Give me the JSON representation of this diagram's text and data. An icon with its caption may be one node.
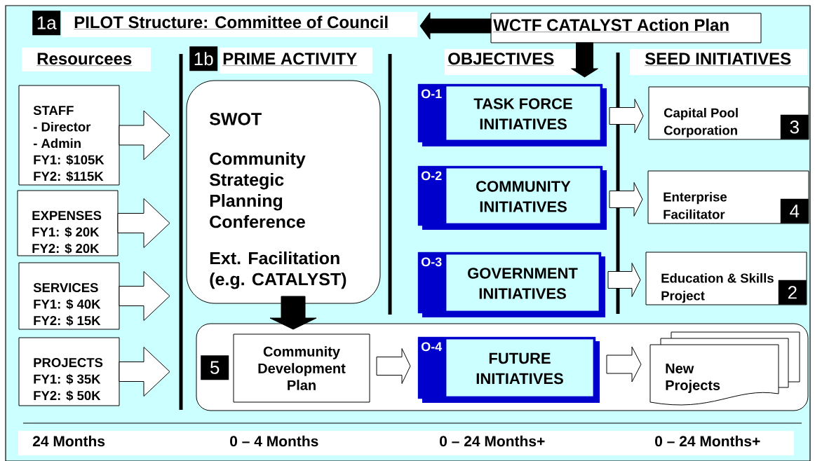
{
  "diagram": {
    "nodes": [
      {
        "text": [
          "1a",
          "PILOT Structure: Committee of Council"
        ]
      },
      {
        "text": [
          "WCTF CATALYST Action Plan"
        ]
      },
      {
        "text": [
          "STAFF",
          "- Director",
          "- Admin",
          "FY1: $105K",
          "FY2: $115K"
        ]
      },
      {
        "text": [
          "EXPENSES",
          "FY1: $ 20K",
          "FY2: $ 20K"
        ]
      },
      {
        "text": [
          "SERVICES",
          "FY1: $ 40K",
          "FY2: $ 15K"
        ]
      },
      {
        "text": [
          "PROJECTS",
          "FY1: $ 35K",
          "FY2: $ 50K"
        ]
      },
      {
        "text": [
          "SWOT",
          "Community Strategic Planning Conference",
          "Ext. Facilitation (e.g. CATALYST)"
        ]
      },
      {
        "text": [
          "O-1",
          "TASK FORCE INITIATIVES"
        ]
      },
      {
        "text": [
          "Capital Pool Corporation",
          "3"
        ]
      },
      {
        "text": [
          "O-2",
          "COMMUNITY INITIATIVES"
        ]
      },
      {
        "text": [
          "Enterprise Facilitator",
          "4"
        ]
      },
      {
        "text": [
          "O-3",
          "GOVERNMENT INITIATIVES"
        ]
      },
      {
        "text": [
          "Education & Skills Project",
          "2"
        ]
      },
      {
        "text": [
          "5"
        ]
      },
      {
        "text": [
          "Community Development Plan"
        ],
        "in": 13
      },
      {
        "text": [
          "O-4",
          "FUTURE INITIATIVES"
        ],
        "in": 13
      },
      {
        "text": [
          "New Projects"
        ],
        "in": 13
      }
    ],
    "edges": [
      {
        "from": 1,
        "to": 0,
        "arrow": "to",
        "style": "thick"
      },
      {
        "from": 1,
        "to": 7,
        "arrow": "to",
        "style": "thick"
      },
      {
        "from": 2,
        "to": null,
        "arrow": "to"
      },
      {
        "from": 3,
        "to": null,
        "arrow": "to"
      },
      {
        "from": 4,
        "to": null,
        "arrow": "to"
      },
      {
        "from": 5,
        "to": null,
        "arrow": "to"
      },
      {
        "from": 6,
        "to": 14,
        "arrow": "to",
        "style": "thick"
      },
      {
        "from": 7,
        "to": 8,
        "arrow": "to"
      },
      {
        "from": 9,
        "to": 10,
        "arrow": "to"
      },
      {
        "from": 11,
        "to": 12,
        "arrow": "to"
      },
      {
        "from": 14,
        "to": 15,
        "arrow": "to"
      },
      {
        "from": 15,
        "to": 16,
        "arrow": "to"
      }
    ],
    "labels": [
      "Resourcees",
      "1b",
      "PRIME ACTIVITY",
      "OBJECTIVES",
      "SEED INITIATIVES",
      "24 Months",
      "0 – 4 Months",
      "0 – 24 Months+",
      "0 – 24 Months+"
    ]
  }
}
